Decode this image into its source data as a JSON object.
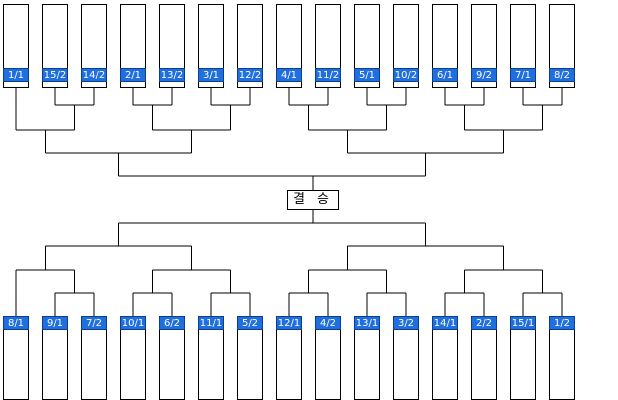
{
  "final_label": "결 승",
  "colors": {
    "label_bg": "#1f6fe0",
    "label_text": "#ffffff",
    "line": "#000000"
  },
  "top_bracket": [
    "1/1",
    "15/2",
    "14/2",
    "2/1",
    "13/2",
    "3/1",
    "12/2",
    "4/1",
    "11/2",
    "5/1",
    "10/2",
    "6/1",
    "9/2",
    "7/1",
    "8/2"
  ],
  "bottom_bracket": [
    "8/1",
    "9/1",
    "7/2",
    "10/1",
    "6/2",
    "11/1",
    "5/2",
    "12/1",
    "4/2",
    "13/1",
    "3/2",
    "14/1",
    "2/2",
    "15/1",
    "1/2"
  ]
}
